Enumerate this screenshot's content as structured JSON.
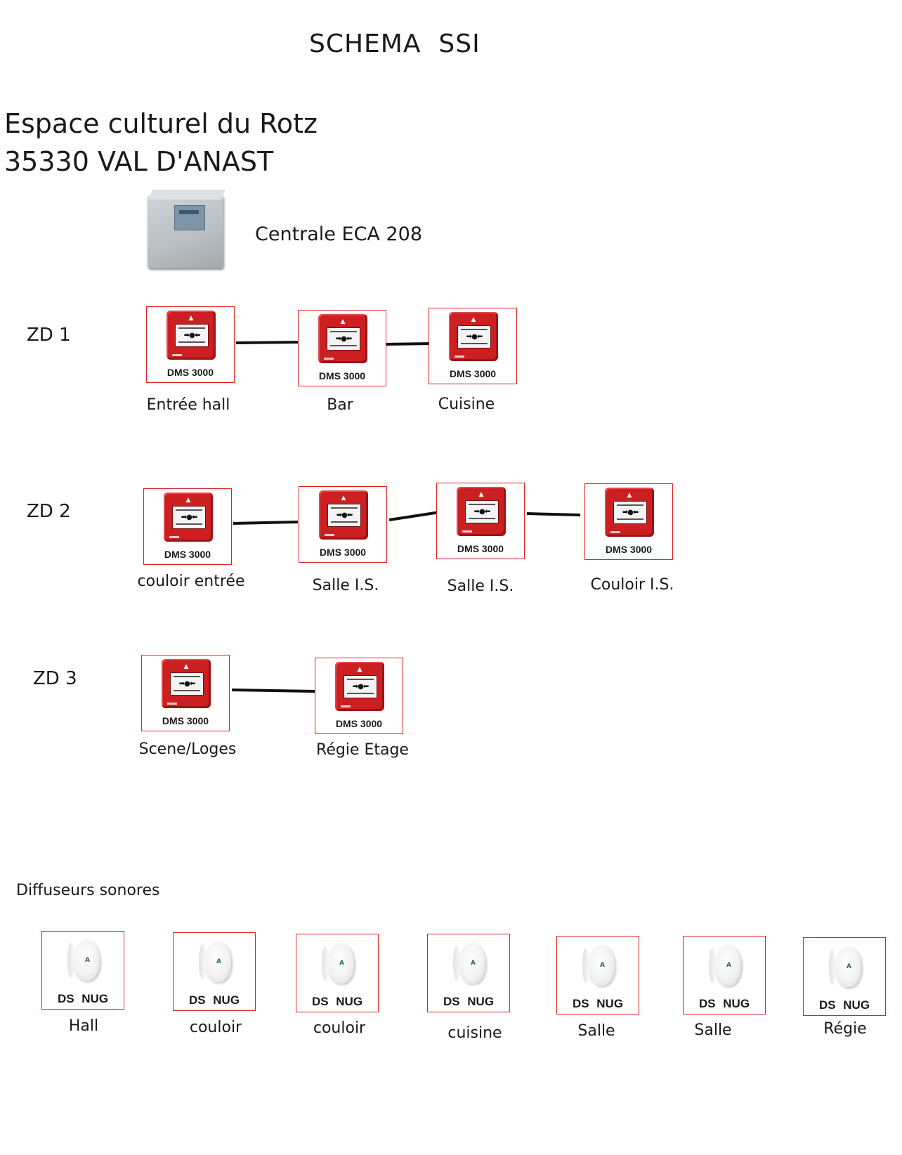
{
  "title": "SCHEMA  SSI",
  "site": {
    "line1": "Espace culturel du Rotz",
    "line2": "35330 VAL D'ANAST"
  },
  "central": {
    "label": "Centrale ECA 208"
  },
  "zones": [
    {
      "name": "ZD 1",
      "devices": [
        {
          "model": "DMS 3000",
          "location": "Entrée hall"
        },
        {
          "model": "DMS 3000",
          "location": "Bar"
        },
        {
          "model": "DMS 3000",
          "location": "Cuisine"
        }
      ]
    },
    {
      "name": "ZD 2",
      "devices": [
        {
          "model": "DMS 3000",
          "location": "couloir entrée"
        },
        {
          "model": "DMS 3000",
          "location": "Salle I.S."
        },
        {
          "model": "DMS 3000",
          "location": "Salle I.S."
        },
        {
          "model": "DMS 3000",
          "location": "Couloir I.S."
        }
      ]
    },
    {
      "name": "ZD 3",
      "devices": [
        {
          "model": "DMS 3000",
          "location": "Scene/Loges"
        },
        {
          "model": "DMS 3000",
          "location": "Régie Etage"
        }
      ]
    }
  ],
  "sounders": {
    "label": "Diffuseurs sonores",
    "items": [
      {
        "model": "DS NUG",
        "location": "Hall"
      },
      {
        "model": "DS NUG",
        "location": "couloir"
      },
      {
        "model": "DS NUG",
        "location": "couloir"
      },
      {
        "model": "DS NUG",
        "location": "cuisine"
      },
      {
        "model": "DS NUG",
        "location": "Salle"
      },
      {
        "model": "DS NUG",
        "location": "Salle"
      },
      {
        "model": "DS NUG",
        "location": "Régie"
      }
    ]
  },
  "colors": {
    "frame": "#e02020",
    "dms_body": "#cc1f22",
    "wire": "#111111"
  }
}
